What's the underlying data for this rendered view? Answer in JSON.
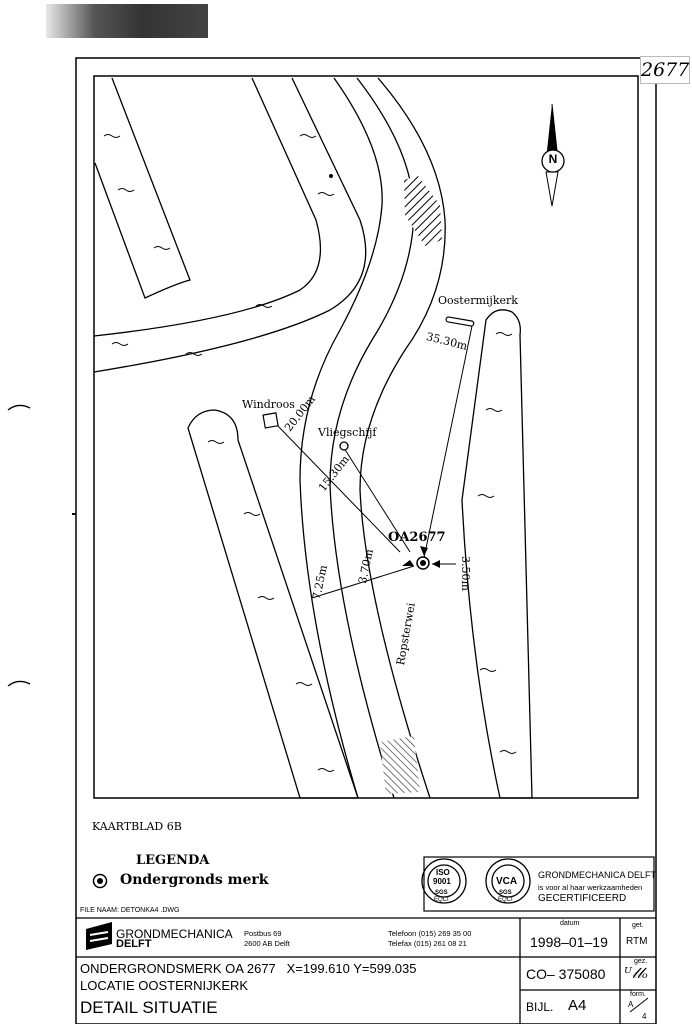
{
  "sheet_number": "2677",
  "map": {
    "north_label": "N",
    "landmarks": {
      "oostermijkerk": "Oostermijkerk",
      "windroos": "Windroos",
      "vliegschijf": "Vliegschijf",
      "road_name": "Ropsterwei"
    },
    "marker_label": "OA2677",
    "distances": {
      "oostermijkerk": "35.30m",
      "windroos": "20.00m",
      "vliegschijf": "15.30m",
      "left_road": "7.25m",
      "mid_road": "3.70m",
      "right_road": "3.50m"
    }
  },
  "kaartblad": "KAARTBLAD 6B",
  "legend": {
    "title": "LEGENDA",
    "item": "Ondergronds merk"
  },
  "certification": {
    "iso": "ISO",
    "iso_num": "9001",
    "sgs": "SGS",
    "eqci": "EQCI",
    "vca": "VCA",
    "vca_sgs": "SGS",
    "vca_eqci": "EQCI",
    "company": "GRONDMECHANICA DELFT",
    "line2": "is voor al haar werkzaamheden",
    "line3": "GECERTIFICEERD"
  },
  "file_name": "FILE NAAM:  DETONKA4 .DWG",
  "title_block": {
    "company_line1": "GRONDMECHANICA",
    "company_line2": "DELFT",
    "postbus": "Postbus 69",
    "postcode": "2600 AB Delft",
    "telefoon": "Telefoon (015) 269 35 00",
    "telefax": "Telefax (015) 261 08 21",
    "datum_label": "datum",
    "datum": "1998–01–19",
    "get_label": "get.",
    "get_value": "RTM",
    "gez_label": "gez.",
    "row1": "ONDERGRONDSMERK OA 2677   X=199.610 Y=599.035",
    "row2": "LOCATIE OOSTERNIJKERK",
    "row3": "DETAIL SITUATIE",
    "co_number": "CO– 375080",
    "bijl_label": "BIJL.",
    "bijl_value": "A4",
    "form_label": "form.",
    "form_value_top": "A",
    "form_value_bottom": "4"
  }
}
